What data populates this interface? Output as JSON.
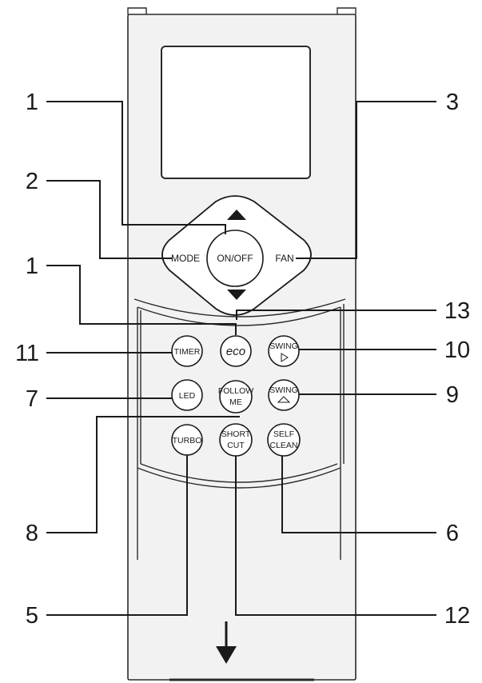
{
  "buttons": {
    "on_off": "ON/OFF",
    "mode": "MODE",
    "fan": "FAN",
    "timer": "TIMER",
    "eco": "eco",
    "swing_h_1": "SWING",
    "led": "LED",
    "follow_me_1": "FOLLOW",
    "follow_me_2": "ME",
    "swing_v_1": "SWING",
    "turbo": "TURBO",
    "shortcut_1": "SHORT",
    "shortcut_2": "CUT",
    "self_clean_1": "SELF",
    "self_clean_2": "CLEAN"
  },
  "callouts": {
    "up": "1",
    "mode": "2",
    "fan": "3",
    "down": "1",
    "eco": "13",
    "timer": "11",
    "swing_h": "10",
    "led": "7",
    "swing_v": "9",
    "follow_me": "8",
    "self_clean": "6",
    "turbo": "5",
    "shortcut": "12"
  },
  "icons": {
    "up": "up-arrow-icon",
    "down": "down-arrow-icon",
    "slide": "down-slide-arrow-icon",
    "swing_h": "horizontal-swing-icon",
    "swing_v": "vertical-swing-icon"
  },
  "colors": {
    "ink": "#1a1a1a",
    "paper": "#ffffff",
    "panel": "#f2f2f2"
  }
}
